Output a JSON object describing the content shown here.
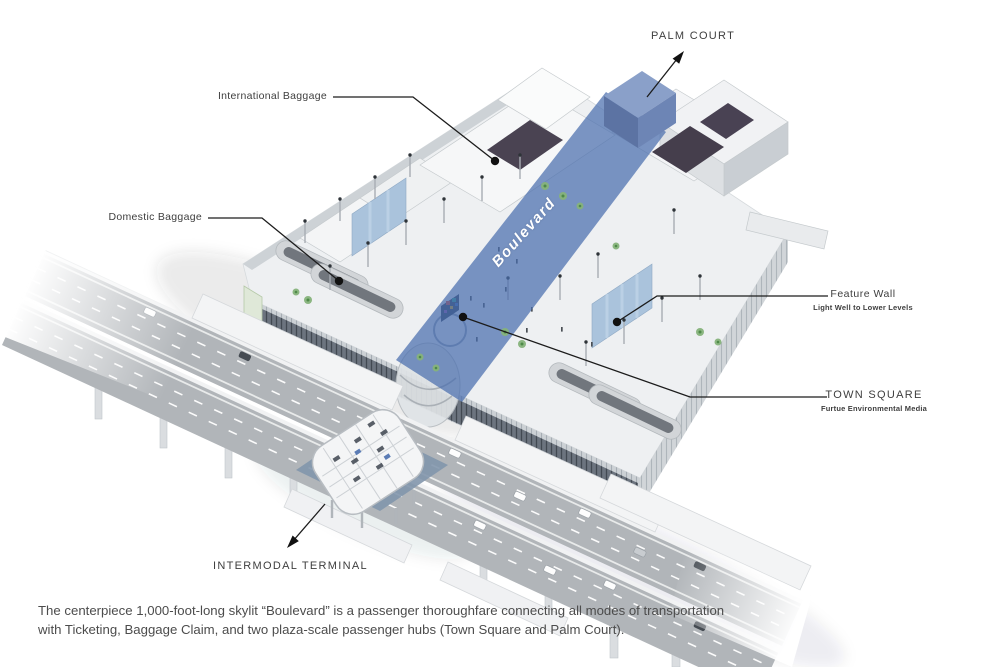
{
  "figure": {
    "type": "airport-terminal-axonometric-diagram"
  },
  "annotations": {
    "palm_court": {
      "label": "PALM COURT"
    },
    "international_baggage": {
      "label": "International Baggage"
    },
    "domestic_baggage": {
      "label": "Domestic Baggage"
    },
    "feature_wall": {
      "label": "Feature Wall",
      "sublabel": "Light Well to Lower Levels"
    },
    "town_square": {
      "label": "TOWN SQUARE",
      "sublabel": "Furtue Environmental Media"
    },
    "intermodal_terminal": {
      "label": "INTERMODAL TERMINAL"
    },
    "boulevard": {
      "label": "Boulevard"
    }
  },
  "caption": {
    "line1": "The centerpiece 1,000-foot-long skylit “Boulevard” is a passenger thoroughfare connecting all modes of transportation",
    "line2": "with Ticketing, Baggage Claim, and two plaza-scale passenger hubs (Town Square and Palm Court)."
  },
  "colors": {
    "background": "#ffffff",
    "boulevard_blue": "#4a6dad",
    "palm_court_blue": "#8aa0c9",
    "feature_wall_blue": "#aac3dc",
    "road_gray": "#b1b5b9",
    "label_text": "#3e3e3e",
    "caption_text": "#4c4c4c",
    "leader_line": "#1c1c1c",
    "skylight_dark": "#4a4352"
  }
}
